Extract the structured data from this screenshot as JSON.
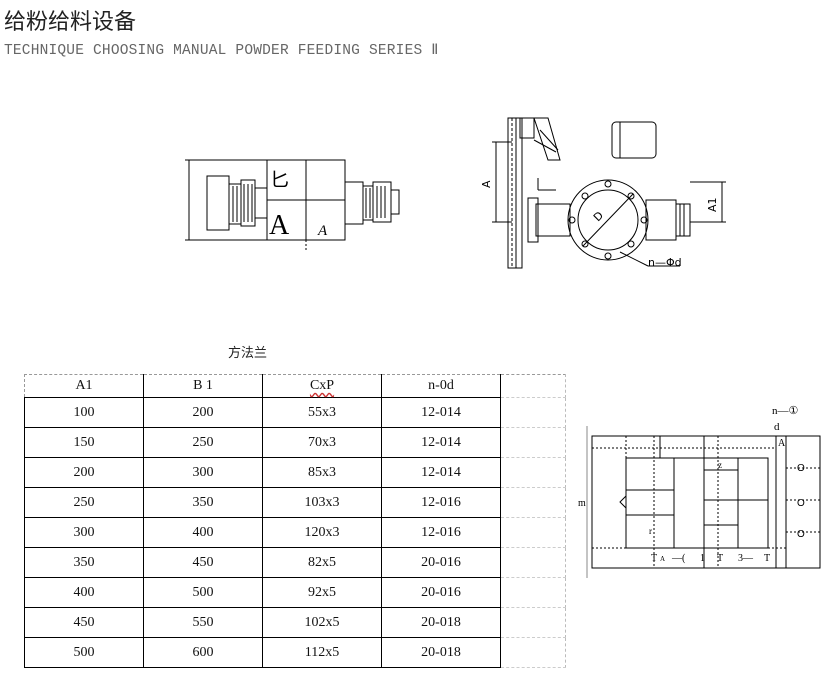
{
  "title": "给粉给料设备",
  "subtitle": "TECHNIQUE CHOOSING MANUAL POWDER FEEDING SERIES Ⅱ",
  "left_drawing": {
    "glyph_top": "匕",
    "glyph_big": "A",
    "glyph_small": "A"
  },
  "right_drawing": {
    "label_a": "A",
    "label_a1": "A1",
    "label_d": "D",
    "label_n": "n—Φd"
  },
  "table_caption": "方法兰",
  "table": {
    "headers": [
      "A1",
      "B 1",
      "CxP",
      "n-0d"
    ],
    "rows": [
      [
        "100",
        "200",
        "55x3",
        "12-014"
      ],
      [
        "150",
        "250",
        "70x3",
        "12-014"
      ],
      [
        "200",
        "300",
        "85x3",
        "12-014"
      ],
      [
        "250",
        "350",
        "103x3",
        "12-016"
      ],
      [
        "300",
        "400",
        "120x3",
        "12-016"
      ],
      [
        "350",
        "450",
        "82x5",
        "20-016"
      ],
      [
        "400",
        "500",
        "92x5",
        "20-016"
      ],
      [
        "450",
        "550",
        "102x5",
        "20-018"
      ],
      [
        "500",
        "600",
        "112x5",
        "20-018"
      ]
    ]
  },
  "flange_drawing": {
    "label_n": "n—①",
    "label_d": "d",
    "label_A": "A",
    "label_m": "m",
    "label_z": "z",
    "label_r": "r",
    "label_o1": "O",
    "label_o2": "O",
    "label_o3": "O",
    "bottom_labels": [
      "T",
      "A",
      "—(",
      "1",
      "T",
      "3—",
      "T"
    ]
  }
}
